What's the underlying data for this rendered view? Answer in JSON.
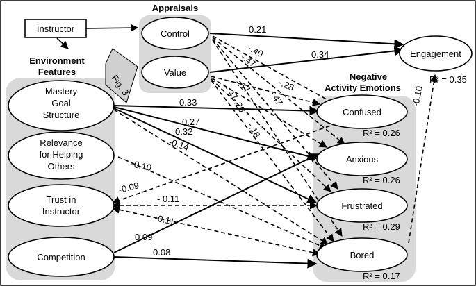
{
  "groups": {
    "appraisals": "Appraisals",
    "environment": [
      "Environment",
      "Features"
    ],
    "negative": [
      "Negative",
      "Activity Emotions"
    ]
  },
  "callout": "Fig. 3",
  "nodes": {
    "instructor": "Instructor",
    "control": "Control",
    "value": "Value",
    "engagement": "Engagement",
    "mastery": [
      "Mastery",
      "Goal",
      "Structure"
    ],
    "relevance": [
      "Relevance",
      "for Helping",
      "Others"
    ],
    "trust": [
      "Trust  in",
      "Instructor"
    ],
    "competition": "Competition",
    "confused": "Confused",
    "anxious": "Anxious",
    "frustrated": "Frustrated",
    "bored": "Bored"
  },
  "r2": {
    "engagement": "R² = 0.35",
    "confused": "R² = 0.26",
    "anxious": "R² = 0.26",
    "frustrated": "R² = 0.29",
    "bored": "R² = 0.17"
  },
  "coefficients": {
    "control_engagement": "0.21",
    "value_engagement": "0.34",
    "control_neg_1": "-.40",
    "control_neg_2": "-.47",
    "control_neg_3": "-.47",
    "control_neg_4": "-.28",
    "value_neg_1": "-.17",
    "value_neg_2": "-.20",
    "value_neg_3": "-.47",
    "value_neg_4": "-.18",
    "mastery_confused": "0.33",
    "mastery_anxious": "0.27",
    "mastery_frustrated": "0.32",
    "mastery_bored": "-0.14",
    "relevance_bored": "-0.10",
    "trust_confused": "-0.09",
    "trust_frustrated": "- 0.11",
    "trust_bored": "-0.11",
    "competition_anxious": "0.09",
    "competition_bored": "0.08",
    "bored_engagement": "-0.10"
  }
}
